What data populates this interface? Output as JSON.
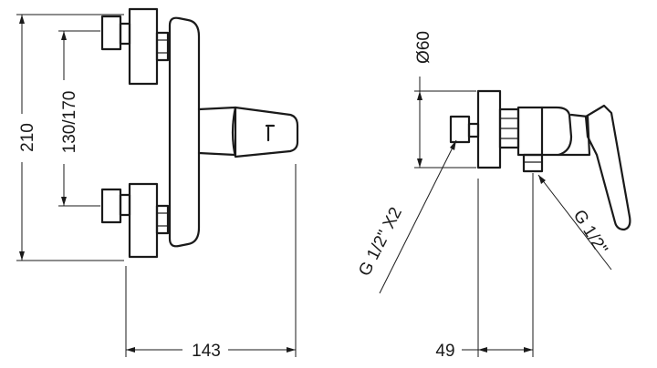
{
  "dimensions": {
    "overall_height": "210",
    "inlet_spacing": "130/170",
    "front_width": "143",
    "side_depth": "49",
    "diameter": "Ø60",
    "inlet_thread": "G 1/2\"  X2",
    "outlet_thread": "G 1/2\""
  }
}
